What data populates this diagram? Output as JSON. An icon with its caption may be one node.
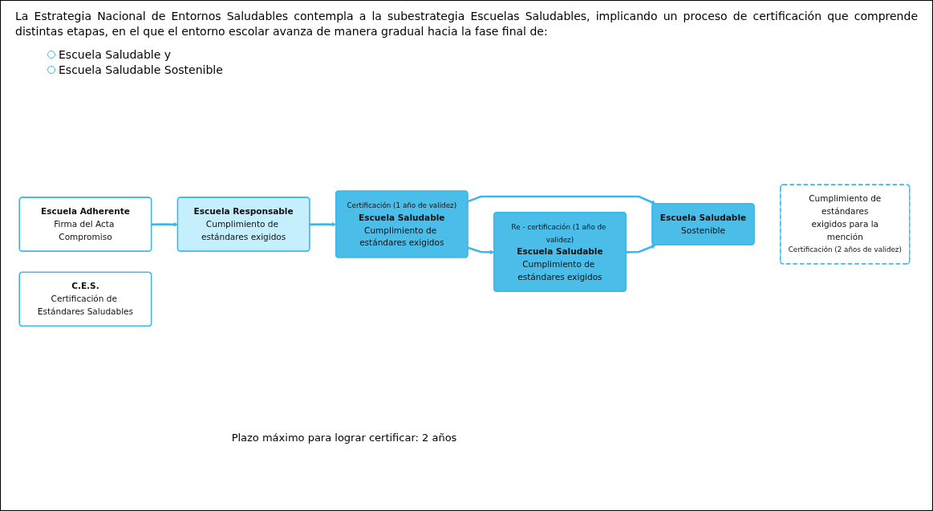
{
  "diagram": {
    "nodes": [
      {
        "text": [
          "Escuela Adherente",
          "Firma del Acta Compromiso"
        ]
      },
      {
        "text": [
          "Escuela Responsable",
          "Cumplimiento de estándares exigidos"
        ]
      },
      {
        "text": [
          "Certificación (1 año de validez)",
          "Escuela Saludable",
          "Cumplimiento de estándares exigidos"
        ]
      },
      {
        "text": [
          "Re - certificación (1 año de validez)",
          "Escuela Saludable",
          "Cumplimiento de estándares exigidos"
        ]
      },
      {
        "text": [
          "Escuela Saludable",
          "Sostenible"
        ]
      },
      {
        "text": [
          "Cumplimiento de estándares exigidos para la mención",
          "Certificación (2 años de validez)"
        ]
      },
      {
        "text": [
          "C.E.S.",
          "Certificación de Estándares Saludables"
        ]
      }
    ],
    "edges": [
      {
        "from": 0,
        "to": 1,
        "arrow": "to"
      },
      {
        "from": 1,
        "to": 2,
        "arrow": "to"
      },
      {
        "from": 2,
        "to": 3,
        "arrow": "to"
      },
      {
        "from": 2,
        "to": 4,
        "arrow": "to"
      },
      {
        "from": 3,
        "to": 4,
        "arrow": "to"
      }
    ],
    "labels": [
      "La Estrategia Nacional de Entornos Saludables contempla a la subestrategia Escuelas Saludables, implicando un proceso de certificación que comprende distintas etapas, en el que el entorno escolar avanza de manera gradual hacia la fase final de:",
      "Escuela Saludable y",
      "Escuela Saludable Sostenible",
      "Plazo máximo para lograr certificar: 2 años"
    ]
  }
}
